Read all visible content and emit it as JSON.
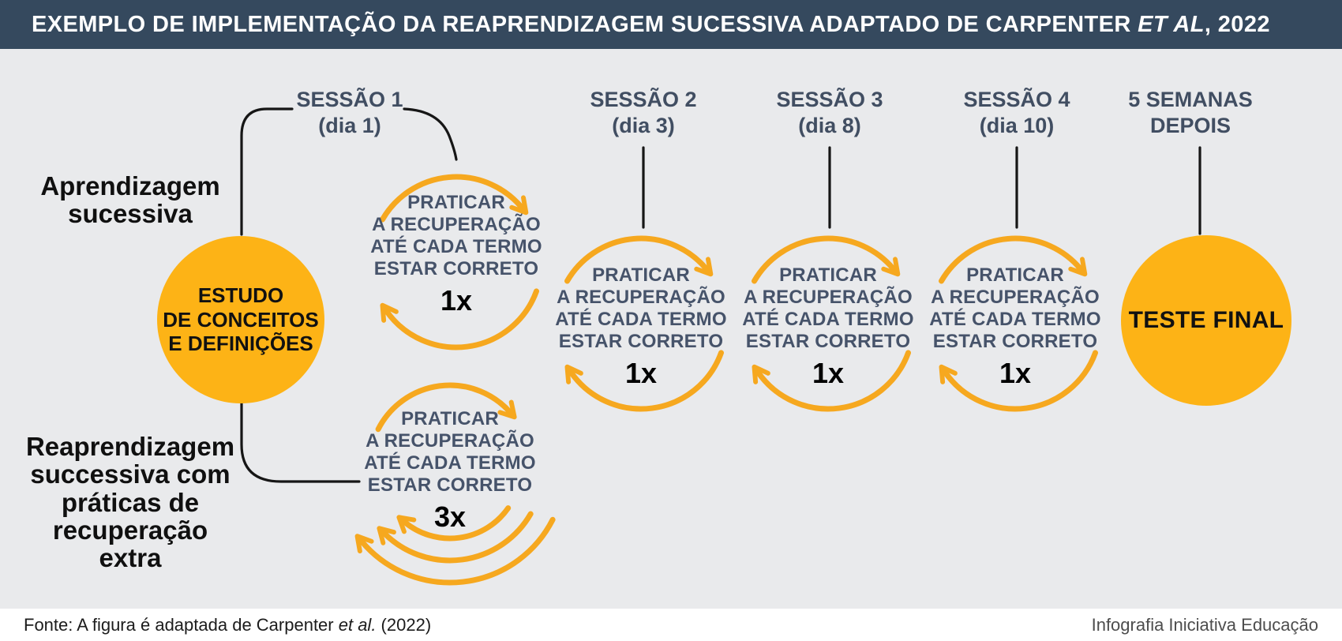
{
  "header": {
    "title_prefix": "EXEMPLO DE IMPLEMENTAÇÃO DA REAPRENDIZAGEM SUCESSIVA ADAPTADO DE CARPENTER ",
    "title_italic": "ET AL",
    "title_suffix": ", 2022"
  },
  "sessions": [
    {
      "label": "SESSÃO 1",
      "sub": "(dia 1)"
    },
    {
      "label": "SESSÃO 2",
      "sub": "(dia 3)"
    },
    {
      "label": "SESSÃO 3",
      "sub": "(dia 8)"
    },
    {
      "label": "SESSÃO 4",
      "sub": "(dia 10)"
    },
    {
      "label": "5 SEMANAS",
      "sub": "DEPOIS"
    }
  ],
  "row_labels": {
    "top": [
      "Aprendizagem",
      "sucessiva"
    ],
    "bottom": [
      "Reaprendizagem",
      "successiva com",
      "práticas de",
      "recuperação",
      "extra"
    ]
  },
  "study_circle": {
    "lines": [
      "ESTUDO",
      "DE CONCEITOS",
      "E DEFINIÇÕES"
    ]
  },
  "final_circle": {
    "label": "TESTE FINAL"
  },
  "loops": [
    {
      "lines": [
        "PRATICAR",
        "A RECUPERAÇÃO",
        "ATÉ CADA TERMO",
        "ESTAR CORRETO"
      ],
      "count": "1x"
    },
    {
      "lines": [
        "PRATICAR",
        "A RECUPERAÇÃO",
        "ATÉ CADA TERMO",
        "ESTAR CORRETO"
      ],
      "count": "1x"
    },
    {
      "lines": [
        "PRATICAR",
        "A RECUPERAÇÃO",
        "ATÉ CADA TERMO",
        "ESTAR CORRETO"
      ],
      "count": "1x"
    },
    {
      "lines": [
        "PRATICAR",
        "A RECUPERAÇÃO",
        "ATÉ CADA TERMO",
        "ESTAR CORRETO"
      ],
      "count": "1x"
    },
    {
      "lines": [
        "PRATICAR",
        "A RECUPERAÇÃO",
        "ATÉ CADA TERMO",
        "ESTAR CORRETO"
      ],
      "count": "3x"
    }
  ],
  "footer": {
    "source_prefix": "Fonte: A figura é adaptada de Carpenter ",
    "source_italic": "et al.",
    "source_suffix": " (2022)",
    "credit": "Infografia Iniciativa Educação"
  },
  "colors": {
    "header_bg": "#35495E",
    "body_bg": "#E9EAEC",
    "circle_yellow": "#FDB316",
    "arrow_yellow": "#F6A81F",
    "slate_text": "#414E62",
    "black_line": "#161616",
    "footer_bg": "#FFFFFF"
  }
}
